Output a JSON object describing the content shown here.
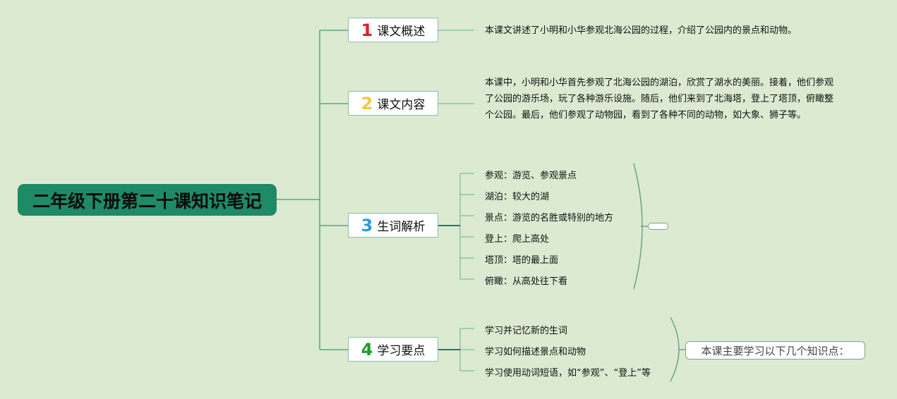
{
  "root": {
    "title": "二年级下册第二十课知识笔记"
  },
  "branches": [
    {
      "num": "1",
      "label": "课文概述",
      "color": "#d8202c",
      "text": "本课文讲述了小明和小华参观北海公园的过程，介绍了公园内的景点和动物。"
    },
    {
      "num": "2",
      "label": "课文内容",
      "color": "#f0c93a",
      "text": "本课中，小明和小华首先参观了北海公园的湖泊，欣赏了湖水的美丽。接着，他们参观了公园的游乐场，玩了各种游乐设施。随后，他们来到了北海塔，登上了塔顶，俯瞰整个公园。最后，他们参观了动物园，看到了各种不同的动物，如大象、狮子等。"
    },
    {
      "num": "3",
      "label": "生词解析",
      "color": "#2a9ae0",
      "items": [
        "参观：游览、参观景点",
        "湖泊：较大的湖",
        "景点：游览的名胜或特别的地方",
        "登上：爬上高处",
        "塔顶：塔的最上面",
        "俯瞰：从高处往下看"
      ]
    },
    {
      "num": "4",
      "label": "学习要点",
      "color": "#1e9a2e",
      "items": [
        "学习并记忆新的生词",
        "学习如何描述景点和动物",
        "学习使用动词短语，如“参观”、“登上”等"
      ],
      "summary": "本课主要学习以下几个知识点："
    }
  ]
}
